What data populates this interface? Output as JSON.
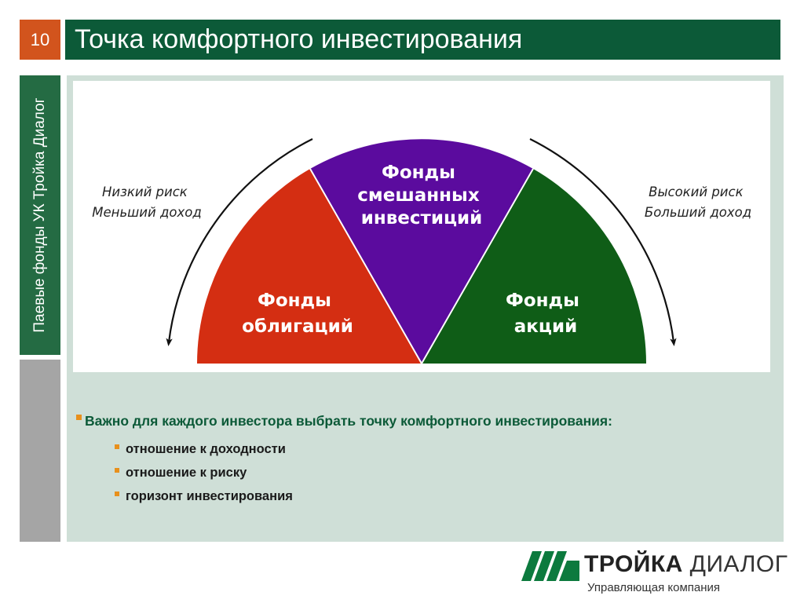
{
  "slide": {
    "number": "10",
    "title": "Точка комфортного инвестирования"
  },
  "sidebar": {
    "caption": "Паевые фонды УК Тройка Диалог"
  },
  "diagram": {
    "segments": [
      {
        "line1": "Фонды",
        "line2": "облигаций",
        "color": "#d42e12"
      },
      {
        "line1": "Фонды",
        "line2": "смешанных",
        "line3": "инвестиций",
        "color": "#5b0b9e"
      },
      {
        "line1": "Фонды",
        "line2": "акций",
        "color": "#0f5d17"
      }
    ],
    "left_note": {
      "line1": "Низкий риск",
      "line2": "Меньший доход"
    },
    "right_note": {
      "line1": "Высокий риск",
      "line2": "Больший доход"
    }
  },
  "bullets": {
    "main": "Важно для каждого инвестора выбрать точку комфортного инвестирования:",
    "items": [
      "отношение к доходности",
      "отношение к риску",
      "горизонт инвестирования"
    ],
    "marker_color": "#e8901c"
  },
  "logo": {
    "name_bold": "ТРОЙКА",
    "name_regular": "ДИАЛОГ",
    "tagline": "Управляющая компания",
    "mark_color": "#0c7a3e"
  }
}
